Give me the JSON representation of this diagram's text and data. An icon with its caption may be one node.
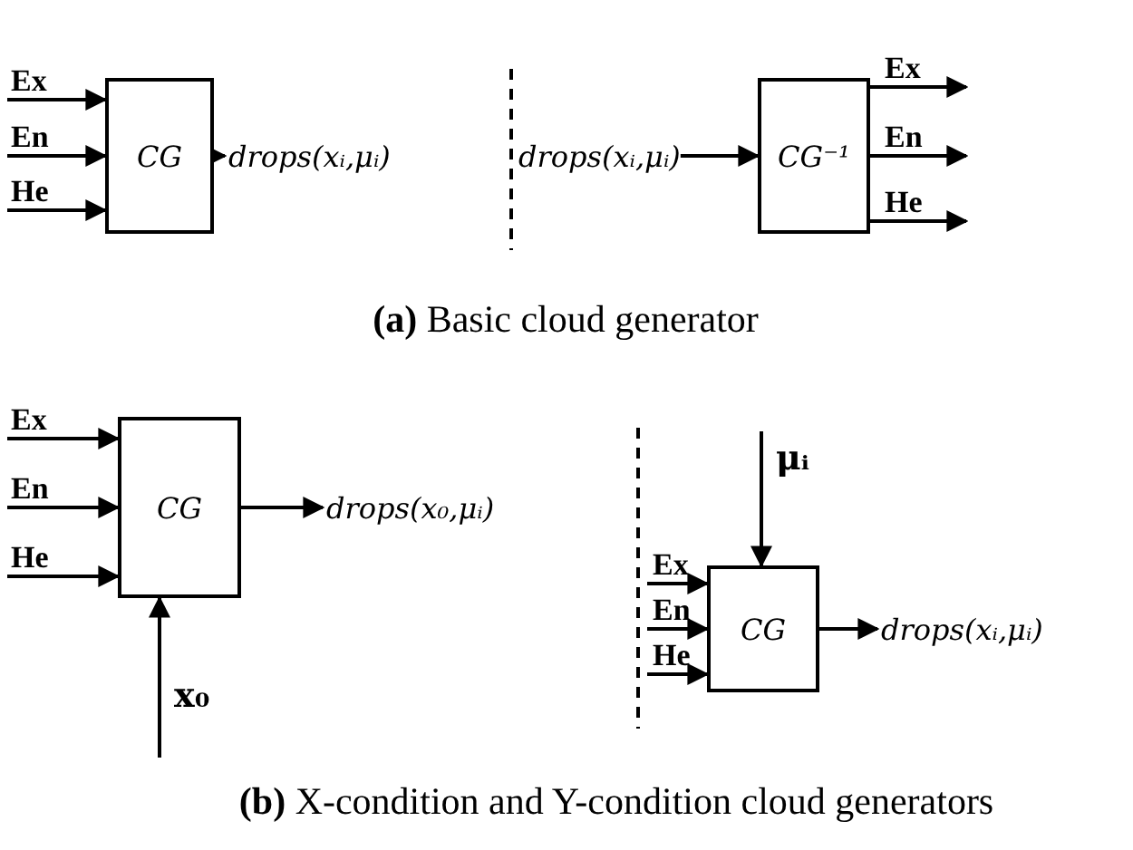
{
  "diagram": {
    "nodes": [
      {
        "text": [
          "CG"
        ]
      },
      {
        "text": [
          "drops(xᵢ,μᵢ)"
        ]
      },
      {
        "text": [
          "drops(xᵢ,μᵢ)"
        ]
      },
      {
        "text": [
          "CG⁻¹"
        ]
      },
      {
        "text": [
          "CG"
        ]
      },
      {
        "text": [
          "drops(x₀,μᵢ)"
        ]
      },
      {
        "text": [
          "CG"
        ]
      },
      {
        "text": [
          "drops(xᵢ,μᵢ)"
        ]
      }
    ],
    "edges": [
      {
        "from": null,
        "to": 0,
        "arrow": "to",
        "label": "Ex"
      },
      {
        "from": null,
        "to": 0,
        "arrow": "to",
        "label": "En"
      },
      {
        "from": null,
        "to": 0,
        "arrow": "to",
        "label": "He"
      },
      {
        "from": 0,
        "to": 1,
        "arrow": "to"
      },
      {
        "from": 2,
        "to": 3,
        "arrow": "to"
      },
      {
        "from": 3,
        "to": null,
        "arrow": "to",
        "label": "Ex"
      },
      {
        "from": 3,
        "to": null,
        "arrow": "to",
        "label": "En"
      },
      {
        "from": 3,
        "to": null,
        "arrow": "to",
        "label": "He"
      },
      {
        "from": null,
        "to": 4,
        "arrow": "to",
        "label": "Ex"
      },
      {
        "from": null,
        "to": 4,
        "arrow": "to",
        "label": "En"
      },
      {
        "from": null,
        "to": 4,
        "arrow": "to",
        "label": "He"
      },
      {
        "from": null,
        "to": 4,
        "arrow": "to",
        "label": "x₀"
      },
      {
        "from": 4,
        "to": 5,
        "arrow": "to"
      },
      {
        "from": null,
        "to": 6,
        "arrow": "to",
        "label": "μᵢ"
      },
      {
        "from": null,
        "to": 6,
        "arrow": "to",
        "label": "Ex"
      },
      {
        "from": null,
        "to": 6,
        "arrow": "to",
        "label": "En"
      },
      {
        "from": null,
        "to": 6,
        "arrow": "to",
        "label": "He"
      },
      {
        "from": 6,
        "to": 7,
        "arrow": "to"
      }
    ],
    "labels": [
      "**(a)** Basic cloud generator",
      "**(b)** X-condition and Y-condition cloud generators"
    ]
  }
}
